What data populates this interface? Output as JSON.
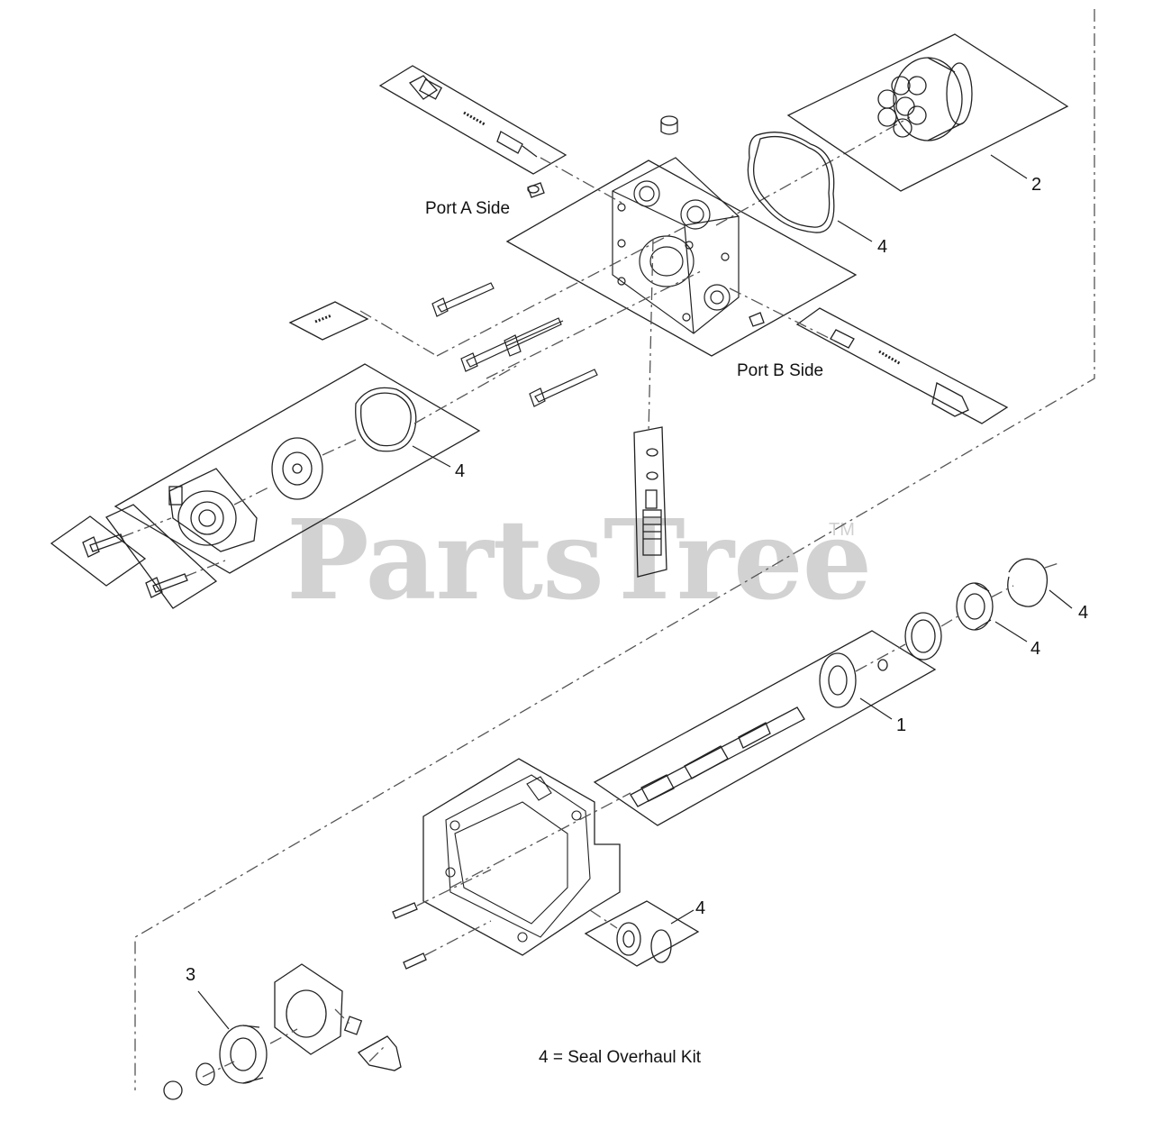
{
  "diagram": {
    "watermark": "PartsTree",
    "watermark_mark": "TM",
    "side_labels": {
      "port_a": "Port A Side",
      "port_b": "Port B Side"
    },
    "callouts": {
      "c1": "1",
      "c2": "2",
      "c3": "3",
      "c4_center_housing_oring": "4",
      "c4_end_cap_oring": "4",
      "c4_retaining_ring": "4",
      "c4_shaft_seal": "4",
      "c4_lower_seal": "4"
    },
    "legend": "4 = Seal Overhaul Kit"
  }
}
